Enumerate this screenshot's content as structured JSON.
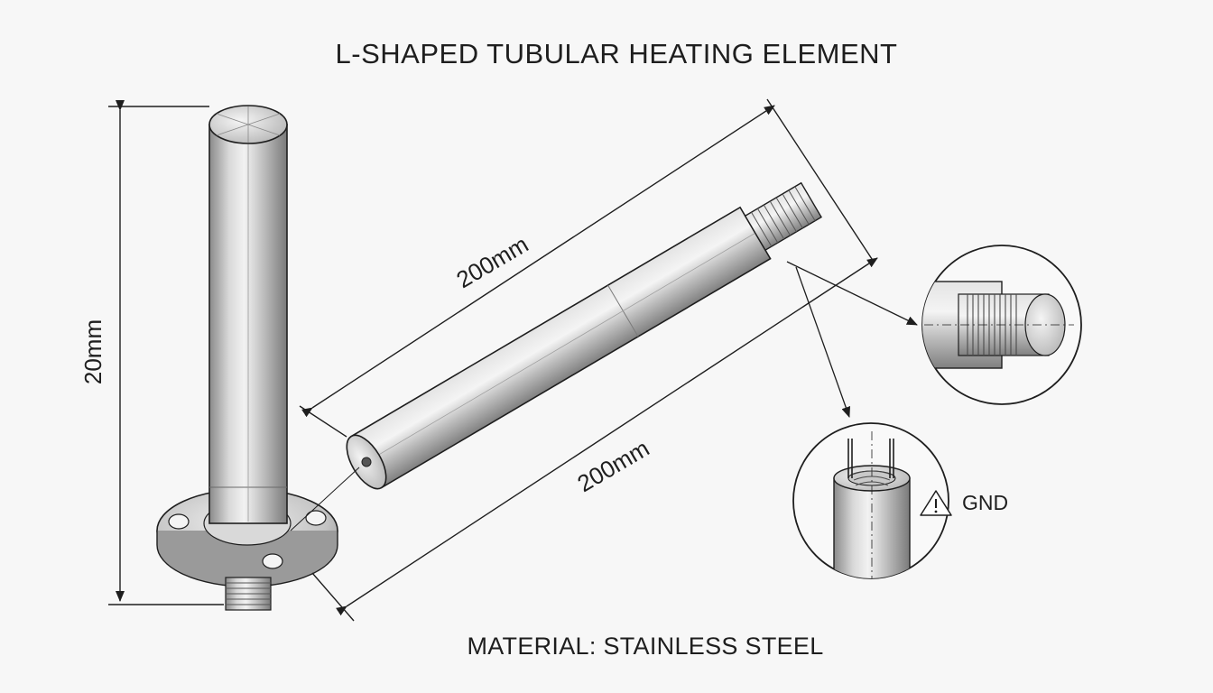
{
  "title": "L-SHAPED TUBULAR HEATING ELEMENT",
  "footer": "MATERIAL: STAINLESS STEEL",
  "dimensions": {
    "vertical_height": "20mm",
    "tube_length_upper": "200mm",
    "tube_length_lower": "200mm"
  },
  "callouts": {
    "ground_label": "GND",
    "warning_icon": "warning-triangle-icon"
  },
  "colors": {
    "background": "#f7f7f7",
    "line": "#1e1e1e",
    "steel_light": "#e6e6e6",
    "steel_mid": "#b9b9b9",
    "steel_dark": "#7d7d7d"
  }
}
